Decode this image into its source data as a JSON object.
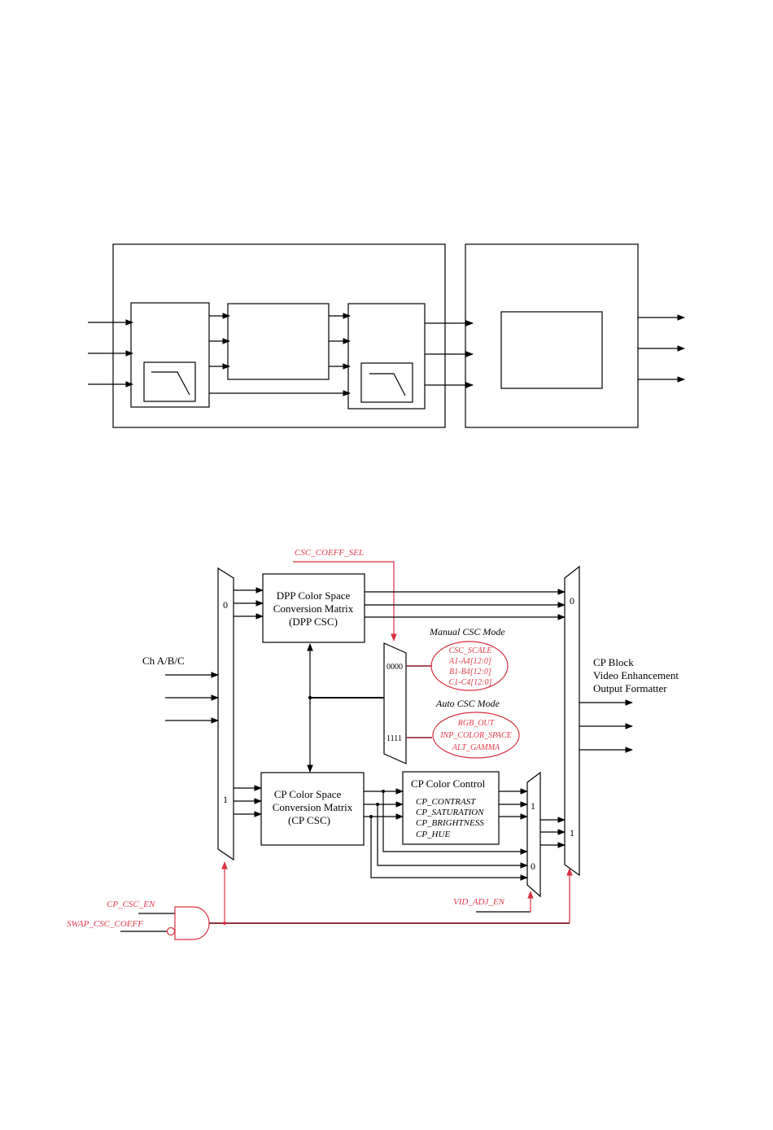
{
  "top_diagram": {},
  "bottom_diagram": {
    "csc_coeff_sel": "CSC_COEFF_SEL",
    "manual_mode_label": "Manual CSC Mode",
    "auto_mode_label": "Auto CSC Mode",
    "input_label": "Ch A/B/C",
    "input_mux": {
      "sel0": "0",
      "sel1": "1"
    },
    "output_mux": {
      "sel0": "0",
      "sel1": "1"
    },
    "adj_mux": {
      "sel0": "0",
      "sel1": "1"
    },
    "dpp_csc": {
      "line1": "DPP Color Space",
      "line2": "Conversion Matrix",
      "line3": "(DPP CSC)"
    },
    "cp_csc": {
      "line1": "CP Color Space",
      "line2": "Conversion Matrix",
      "line3": "(CP CSC)"
    },
    "cp_color_control": {
      "title": "CP Color Control",
      "params": [
        "CP_CONTRAST",
        "CP_SATURATION",
        "CP_BRIGHTNESS",
        "CP_HUE"
      ]
    },
    "coeff_mux": {
      "code_manual": "0000",
      "code_auto": "1111"
    },
    "manual_params": [
      "CSC_SCALE",
      "A1-A4[12:0]",
      "B1-B4[12:0]",
      "C1-C4[12:0]"
    ],
    "auto_params": [
      "RGB_OUT",
      "INP_COLOR_SPACE",
      "ALT_GAMMA"
    ],
    "output_labels": [
      "CP Block",
      "Video Enhancement",
      "Output Formatter"
    ],
    "cp_csc_en": "CP_CSC_EN",
    "swap_csc_coeff": "SWAP_CSC_COEFF",
    "vid_adj_en": "VID_ADJ_EN"
  }
}
